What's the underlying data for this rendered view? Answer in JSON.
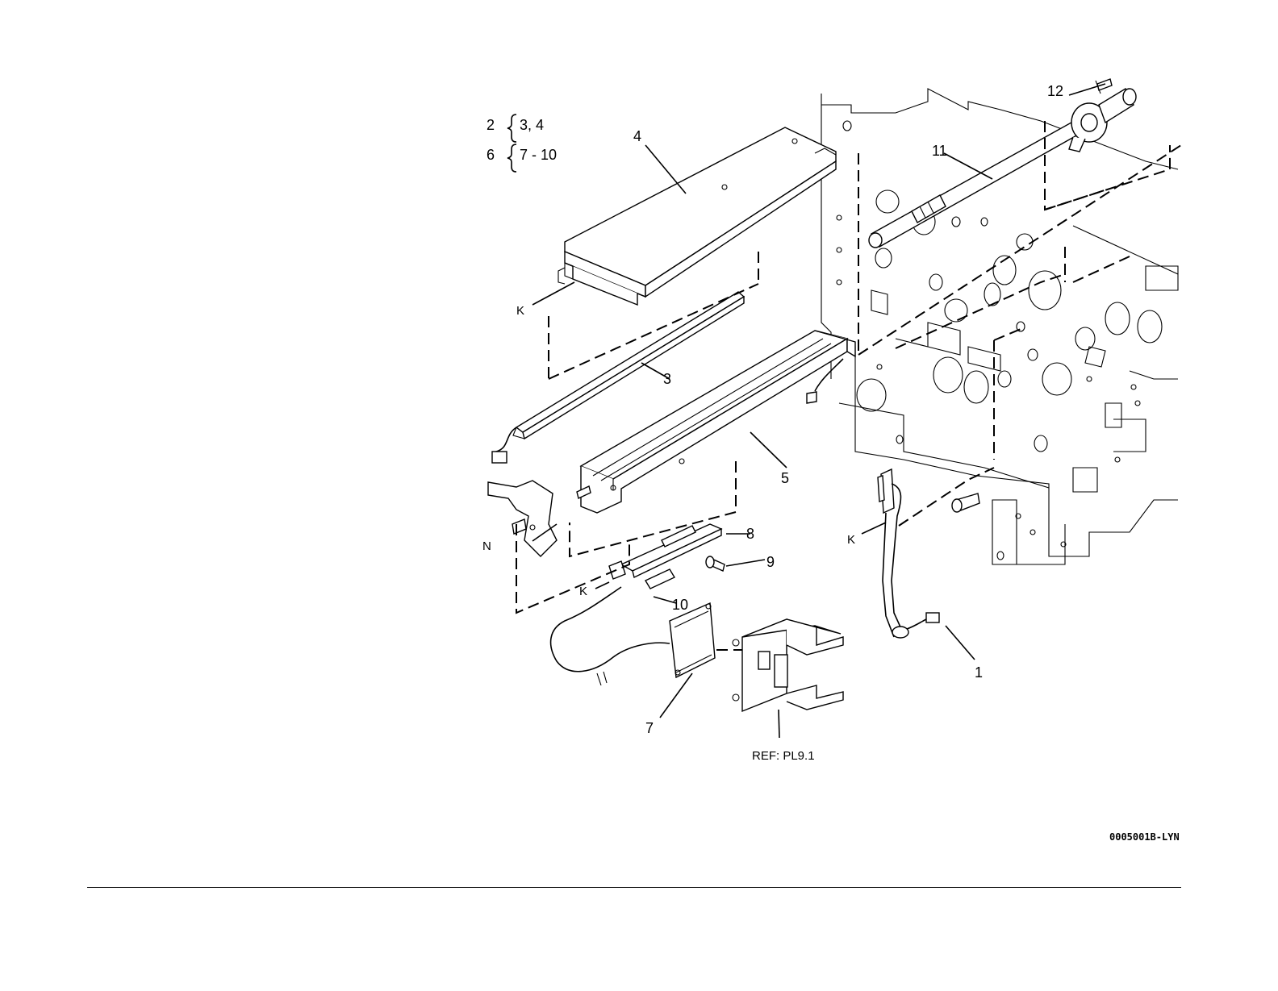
{
  "assembly_groups": [
    {
      "parent": "2",
      "children": "3, 4"
    },
    {
      "parent": "6",
      "children": "7 - 10"
    }
  ],
  "callouts": {
    "c1": "1",
    "c3": "3",
    "c4": "4",
    "c5": "5",
    "c7": "7",
    "c8": "8",
    "c9": "9",
    "c10": "10",
    "c11": "11",
    "c12": "12",
    "k1": "K",
    "k2": "K",
    "k3": "K",
    "n1": "N"
  },
  "reference": "REF: PL9.1",
  "figure_id": "0005001B-LYN"
}
